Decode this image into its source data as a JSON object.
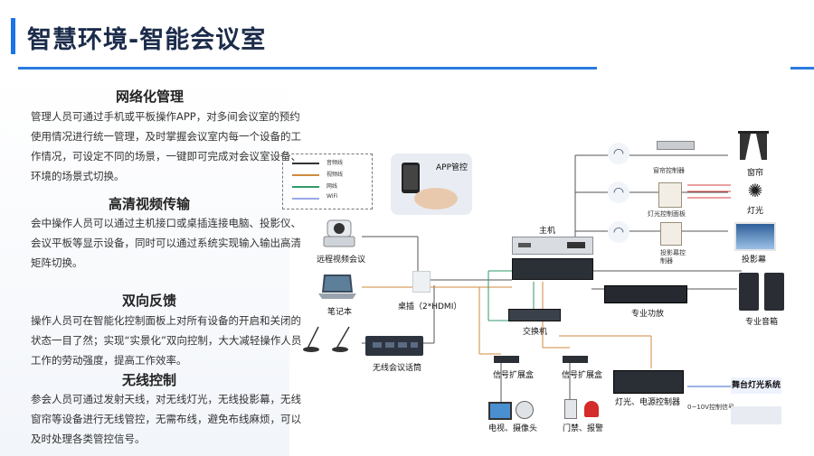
{
  "header": {
    "title": "智慧环境-智能会议室"
  },
  "sections": [
    {
      "title": "网络化管理",
      "body": "管理人员可通过手机或平板操作APP，对多间会议室的预约使用情况进行统一管理，及时掌握会议室内每一个设备的工作情况，可设定不同的场景，一键即可完成对会议室设备、环境的场景式切换。"
    },
    {
      "title": "高清视频传输",
      "body": "会中操作人员可以通过主机接口或桌插连接电脑、投影仪、会议平板等显示设备，同时可以通过系统实现输入输出高清矩阵切换。"
    },
    {
      "title": "双向反馈",
      "body": "操作人员可在智能化控制面板上对所有设备的开启和关闭的状态一目了然；实现“实景化”双向控制，大大减轻操作人员工作的劳动强度，提高工作效率。"
    },
    {
      "title": "无线控制",
      "body": "参会人员可通过发射天线，对无线灯光，无线投影幕，无线窗帘等设备进行无线管控，无需布线，避免布线麻烦，可以及时处理各类管控信号。"
    }
  ],
  "legend": [
    "音频线",
    "视频线",
    "网线",
    "WiFi"
  ],
  "colors": {
    "accent": "#2b7be0",
    "audio": "#333333",
    "video": "#d08a3c",
    "network": "#2f9a6a",
    "wifi": "#9aa7e8"
  },
  "devices": {
    "app": "APP管控",
    "remote_video": "远程视频会议",
    "laptop": "笔记本",
    "desk_socket": "桌插（2*HDMI）",
    "wireless_mic": "无线会议话筒",
    "host": "主机",
    "switch": "交换机",
    "amplifier": "专业功放",
    "speaker": "专业音箱",
    "curtain_ctrl": "窗帘控制器",
    "curtain": "窗帘",
    "light_panel": "灯光控制面板",
    "light": "灯光",
    "projector_ctrl": "投影幕控制器",
    "projector_screen": "投影幕",
    "signal_box_1": "信号扩展盒",
    "signal_box_2": "信号扩展盒",
    "tv_camera": "电视、摄像头",
    "door_alarm": "门禁、报警",
    "power_ctrl": "灯光、电源控制器",
    "stage_light": "舞台灯光系统",
    "dim_signal": "0~10V控制信号"
  }
}
